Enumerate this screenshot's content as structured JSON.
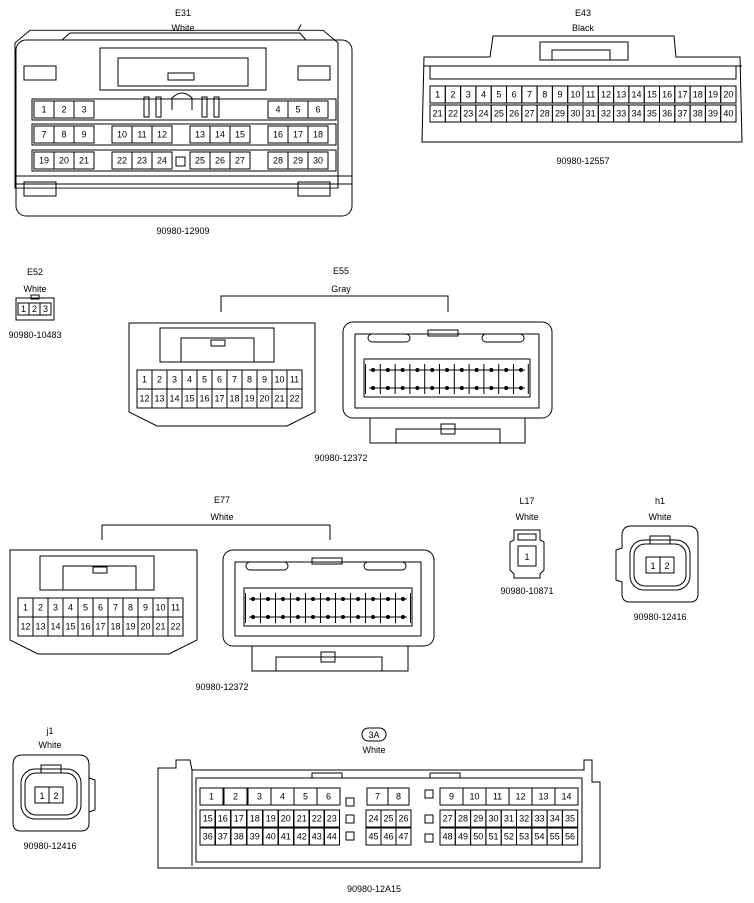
{
  "connectors": {
    "E31": {
      "id": "E31",
      "color": "White",
      "part": "90980-12909",
      "rows": [
        [
          "1",
          "2",
          "3",
          "4",
          "5",
          "6"
        ],
        [
          "7",
          "8",
          "9",
          "10",
          "11",
          "12",
          "13",
          "14",
          "15",
          "16",
          "17",
          "18"
        ],
        [
          "19",
          "20",
          "21",
          "22",
          "23",
          "24",
          "25",
          "26",
          "27",
          "28",
          "29",
          "30"
        ]
      ]
    },
    "E43": {
      "id": "E43",
      "color": "Black",
      "part": "90980-12557",
      "rows": [
        [
          "1",
          "2",
          "3",
          "4",
          "5",
          "6",
          "7",
          "8",
          "9",
          "10",
          "11",
          "12",
          "13",
          "14",
          "15",
          "16",
          "17",
          "18",
          "19",
          "20"
        ],
        [
          "21",
          "22",
          "23",
          "24",
          "25",
          "26",
          "27",
          "28",
          "29",
          "30",
          "31",
          "32",
          "33",
          "34",
          "35",
          "36",
          "37",
          "38",
          "39",
          "40"
        ]
      ]
    },
    "E52": {
      "id": "E52",
      "color": "White",
      "part": "90980-10483",
      "pins": [
        "1",
        "2",
        "3"
      ]
    },
    "E55": {
      "id": "E55",
      "color": "Gray",
      "part": "90980-12372",
      "rows": [
        [
          "1",
          "2",
          "3",
          "4",
          "5",
          "6",
          "7",
          "8",
          "9",
          "10",
          "11"
        ],
        [
          "12",
          "13",
          "14",
          "15",
          "16",
          "17",
          "18",
          "19",
          "20",
          "21",
          "22"
        ]
      ]
    },
    "E77": {
      "id": "E77",
      "color": "White",
      "part": "90980-12372",
      "rows": [
        [
          "1",
          "2",
          "3",
          "4",
          "5",
          "6",
          "7",
          "8",
          "9",
          "10",
          "11"
        ],
        [
          "12",
          "13",
          "14",
          "15",
          "16",
          "17",
          "18",
          "19",
          "20",
          "21",
          "22"
        ]
      ]
    },
    "L17": {
      "id": "L17",
      "color": "White",
      "part": "90980-10871",
      "pins": [
        "1"
      ]
    },
    "h1": {
      "id": "h1",
      "color": "White",
      "part": "90980-12416",
      "pins": [
        "1",
        "2"
      ]
    },
    "j1": {
      "id": "j1",
      "color": "White",
      "part": "90980-12416",
      "pins": [
        "1",
        "2"
      ]
    },
    "c3A": {
      "id": "3A",
      "color": "White",
      "part": "90980-12A15",
      "groupA": [
        [
          "1",
          "2",
          "3",
          "4",
          "5",
          "6"
        ],
        [
          "15",
          "16",
          "17",
          "18",
          "19",
          "20",
          "21",
          "22",
          "23"
        ],
        [
          "36",
          "37",
          "38",
          "39",
          "40",
          "41",
          "42",
          "43",
          "44"
        ]
      ],
      "groupB": [
        [
          "7",
          "8"
        ],
        [
          "24",
          "25",
          "26"
        ],
        [
          "45",
          "46",
          "47"
        ]
      ],
      "groupC": [
        [
          "9",
          "10",
          "11",
          "12",
          "13",
          "14"
        ],
        [
          "27",
          "28",
          "29",
          "30",
          "31",
          "32",
          "33",
          "34",
          "35"
        ],
        [
          "48",
          "49",
          "50",
          "51",
          "52",
          "53",
          "54",
          "55",
          "56"
        ]
      ]
    }
  }
}
